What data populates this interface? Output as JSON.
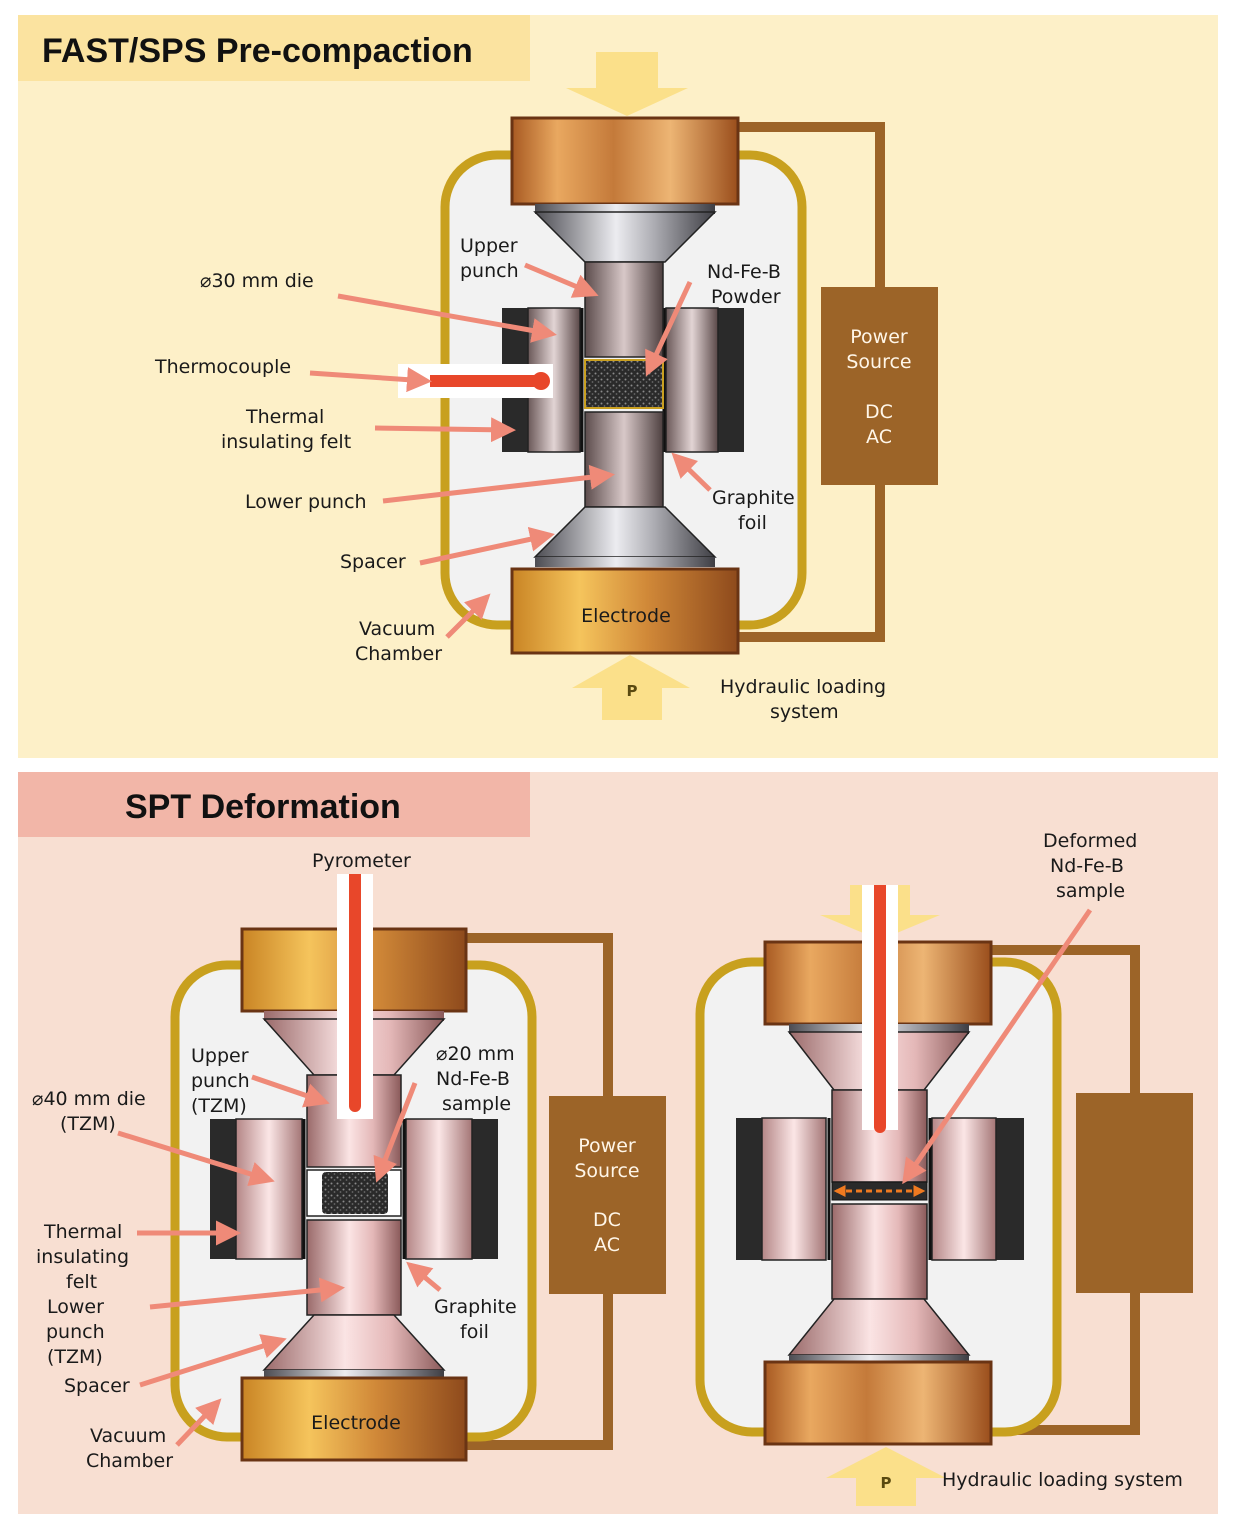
{
  "panel1": {
    "title": "FAST/SPS Pre-compaction",
    "labels": {
      "upper_punch_1": "Upper",
      "upper_punch_2": "punch",
      "die": "⌀30 mm die",
      "powder_1": "Nd-Fe-B",
      "powder_2": "Powder",
      "thermocouple": "Thermocouple",
      "felt_1": "Thermal",
      "felt_2": "insulating felt",
      "lower_punch": "Lower punch",
      "graphite_1": "Graphite",
      "graphite_2": "foil",
      "spacer": "Spacer",
      "vacuum_1": "Vacuum",
      "vacuum_2": "Chamber",
      "electrode": "Electrode",
      "pressure": "P",
      "hydraulic_1": "Hydraulic loading",
      "hydraulic_2": "system"
    },
    "power_source": {
      "line1": "Power",
      "line2": "Source",
      "line3": "DC",
      "line4": "AC"
    }
  },
  "panel2": {
    "title": "SPT Deformation",
    "labels": {
      "pyrometer": "Pyrometer",
      "upper_punch_1": "Upper",
      "upper_punch_2": "punch",
      "upper_punch_3": "(TZM)",
      "sample_1": "⌀20 mm",
      "sample_2": "Nd-Fe-B",
      "sample_3": "sample",
      "die_1": "⌀40 mm die",
      "die_2": "(TZM)",
      "felt_1": "Thermal",
      "felt_2": "insulating",
      "felt_3": "felt",
      "lower_punch_1": "Lower",
      "lower_punch_2": "punch",
      "lower_punch_3": "(TZM)",
      "graphite_1": "Graphite",
      "graphite_2": "foil",
      "spacer": "Spacer",
      "vacuum_1": "Vacuum",
      "vacuum_2": "Chamber",
      "electrode": "Electrode",
      "deformed_1": "Deformed",
      "deformed_2": "Nd-Fe-B",
      "deformed_3": "sample",
      "pressure": "P",
      "hydraulic": "Hydraulic loading system"
    },
    "power_source": {
      "line1": "Power",
      "line2": "Source",
      "line3": "DC",
      "line4": "AC"
    }
  },
  "colors": {
    "panel1_bg": "#fdf0c8",
    "panel1_title_bg": "#fbe3a0",
    "panel2_bg": "#f8dfd2",
    "panel2_title_bg": "#f2b6a8",
    "power_source": "#9c6428",
    "chamber_outline": "#c8a01e",
    "arrow": "#ef8a78",
    "thermo_red": "#e8472a"
  }
}
